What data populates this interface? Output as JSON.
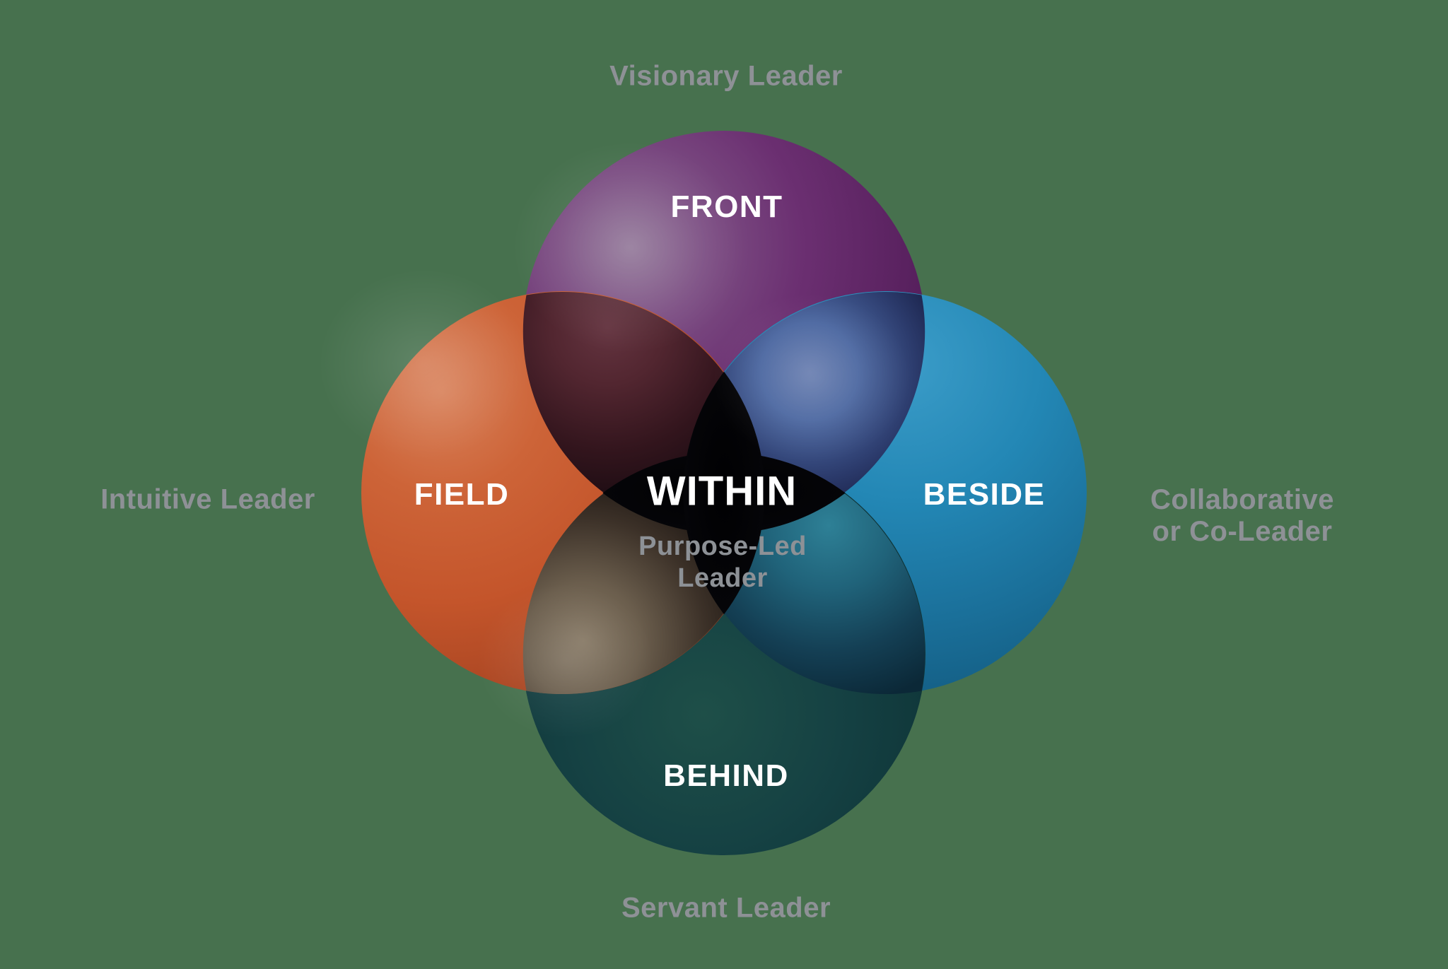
{
  "diagram": {
    "type": "venn-4-circle",
    "center": {
      "title": "WITHIN",
      "subtitle_line1": "Purpose-Led",
      "subtitle_line2": "Leader",
      "overlap_color": "#060609"
    },
    "circles": [
      {
        "position": "top",
        "label": "FRONT",
        "leader_type": "Visionary Leader",
        "color": "#632A67"
      },
      {
        "position": "left",
        "label": "FIELD",
        "leader_type": "Intuitive Leader",
        "color": "#C4562C"
      },
      {
        "position": "right",
        "label": "BESIDE",
        "leader_type": "Collaborative or Co-Leader",
        "leader_type_line1": "Collaborative",
        "leader_type_line2": "or Co-Leader",
        "color": "#2187B4"
      },
      {
        "position": "bottom",
        "label": "BEHIND",
        "leader_type": "Servant Leader",
        "color": "#123E40"
      }
    ],
    "overlap_colors": {
      "front_beside": "#4A68A1",
      "beside_behind": "#1B607A",
      "behind_field": "#6F6456",
      "field_front": "#4A1F2A"
    },
    "colors": {
      "background": "#47714E",
      "outer_label": "#8E9196",
      "petal_label": "#FFFFFF",
      "center_subtitle": "#8D9196"
    }
  }
}
